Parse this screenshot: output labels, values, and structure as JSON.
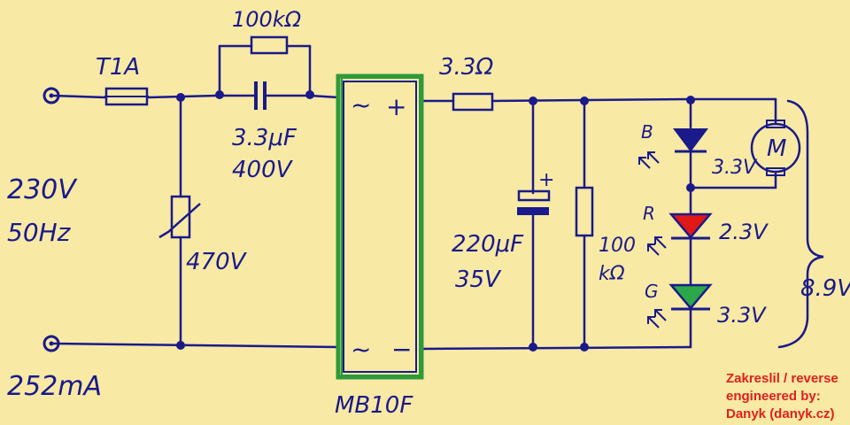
{
  "labels": {
    "input_voltage": "230V",
    "input_freq": "50Hz",
    "input_current": "252mA",
    "fuse": "T1A",
    "resistor_parallel": "100kΩ",
    "cap_value": "3.3μF",
    "cap_voltage": "400V",
    "varistor": "470V",
    "bridge_name": "MB10F",
    "bridge_ac_top": "~",
    "bridge_ac_bottom": "~",
    "bridge_plus": "+",
    "bridge_minus": "−",
    "series_resistor": "3.3Ω",
    "elcap_value": "220μF",
    "elcap_voltage": "35V",
    "elcap_plus": "+",
    "bleeder_value_1": "100",
    "bleeder_value_2": "kΩ",
    "led_b_letter": "B",
    "led_b_voltage": "3.3V",
    "led_r_letter": "R",
    "led_r_voltage": "2.3V",
    "led_g_letter": "G",
    "led_g_voltage": "3.3V",
    "motor": "M",
    "total_voltage": "8.9V"
  },
  "credit": {
    "line1": "Zakreslil / reverse",
    "line2": "engineered by:",
    "line3": "Danyk (danyk.cz)"
  },
  "colors": {
    "ink": "#1a1a8a",
    "background": "#f8e9a5",
    "bridge_outline": "#2e9a3a",
    "led_blue": "#1a1a8a",
    "led_red": "#e01818",
    "led_green": "#2aa84a",
    "credit": "#e0201a"
  }
}
